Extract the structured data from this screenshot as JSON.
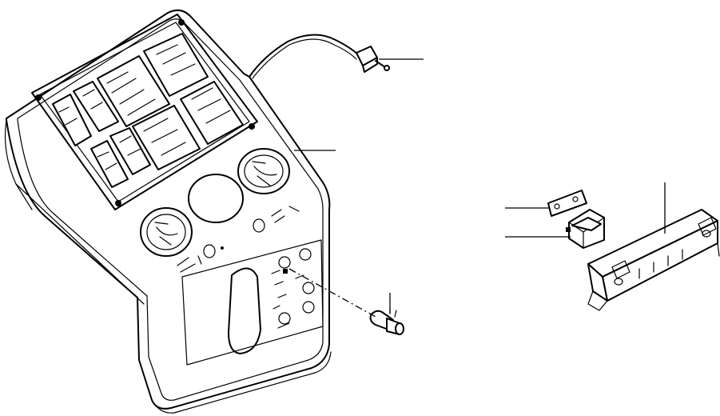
{
  "figure": {
    "description_free": true,
    "ink_color": "#000000",
    "background_color": "#ffffff"
  },
  "callouts": [
    {
      "id": "switch",
      "label": ""
    },
    {
      "id": "panel",
      "label": ""
    },
    {
      "id": "bulb",
      "label": ""
    },
    {
      "id": "bracket-plate",
      "label": ""
    },
    {
      "id": "relay",
      "label": ""
    },
    {
      "id": "mount-rail",
      "label": ""
    }
  ],
  "icons": [
    "toggle-switch-icon",
    "instrument-panel-icon",
    "bulb-socket-icon",
    "relay-icon",
    "mounting-plate-icon",
    "mounting-rail-icon"
  ]
}
